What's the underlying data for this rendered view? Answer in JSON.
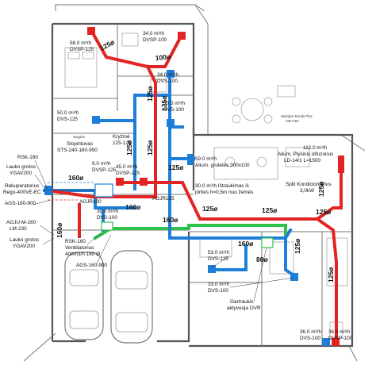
{
  "labels": {
    "dvsp100_top": {
      "flow": "34.0 m³/h",
      "name": "DVSP-100"
    },
    "dvsp125_left": {
      "flow": "58.0 m³/h",
      "name": "DVSP-125"
    },
    "dvs100_top": {
      "flow": "34.0 m³/h",
      "name": "DVS-100"
    },
    "dvs125_left": {
      "flow": "50.0 m³/h",
      "name": "DVS-125"
    },
    "dvs100_mid": {
      "flow": "30.0 m³/h",
      "name": "DVS-100"
    },
    "stoglatis": {
      "line1": "Stoginis",
      "line2": "Slopintuvas",
      "line3": "STS-240-180-950"
    },
    "kryzme": {
      "line1": "Kryžmė",
      "line2": "125-125"
    },
    "dvsp125_a": {
      "flow": "9.0 m³/h",
      "name": "DVSP-125"
    },
    "dvsp125_b": {
      "flow": "45.0 m³/h",
      "name": "DVSP-125"
    },
    "alium_300": {
      "flow": "59.0 m³/h",
      "name": "Alium. grotelės 300x100"
    },
    "istraukimas": {
      "line1": "30.0 m³/h Ištraukimas iš",
      "line2": "pirties h=0,5m nuo žemės"
    },
    "alium_ld": {
      "flow": "112.0 m³/h",
      "line1": "Alium. Plyšinis difuzorius",
      "line2": "LD-14/1 L=1500"
    },
    "split": {
      "line1": "Split Kondicionierius",
      "line2": "3,0kW"
    },
    "rsk160": "RSK-160",
    "lauko_top": {
      "line1": "Lauko grotos",
      "line2": "YGAV200"
    },
    "rekuperatorius": {
      "line1": "Rekuperatorius",
      "line2": "Rego-400VE-EC"
    },
    "ags160_left": "AGS-160-900",
    "agjr100": "AGJR100",
    "agjr125": "AGJR125",
    "agju": {
      "line1": "AGJU-M-160",
      "line2": "LM-230"
    },
    "rsk160_b": "RSK-160",
    "ventiliatorius": {
      "line1": "Ventiliatorius",
      "line2": "400m3/h 160 Ø"
    },
    "lauko_bottom": {
      "line1": "Lauko grotos",
      "line2": "YGAV200"
    },
    "ags160_bottom": "AGS-160-900",
    "dvs125_bottom": {
      "flow": "53.0 m³/h",
      "name": "DVS-125"
    },
    "dvs100_bottom": {
      "flow": "33.0 m³/h",
      "name": "DVS-100"
    },
    "gartraukis": {
      "line1": "Gartraukis",
      "line2": "aktyvuoja OVR"
    },
    "dvs100_br": {
      "flow": "36.0 m³/h",
      "name": "DVS-100"
    },
    "dvsp100_br": {
      "flow": "36.0 m³/h",
      "name": "DVSP-100"
    },
    "small_plan": {
      "line1": "Sekcijinė Rondo Plus",
      "line2": "180+150"
    }
  },
  "duct_sizes": {
    "d125": "125ø",
    "d100": "100ø",
    "d160": "160ø",
    "d80": "80ø",
    "d125_vertical": "125ø"
  },
  "colors": {
    "supply": "#e32424",
    "extract": "#1e7fd8",
    "exhaust": "#2fc24a",
    "wall": "#555555"
  }
}
